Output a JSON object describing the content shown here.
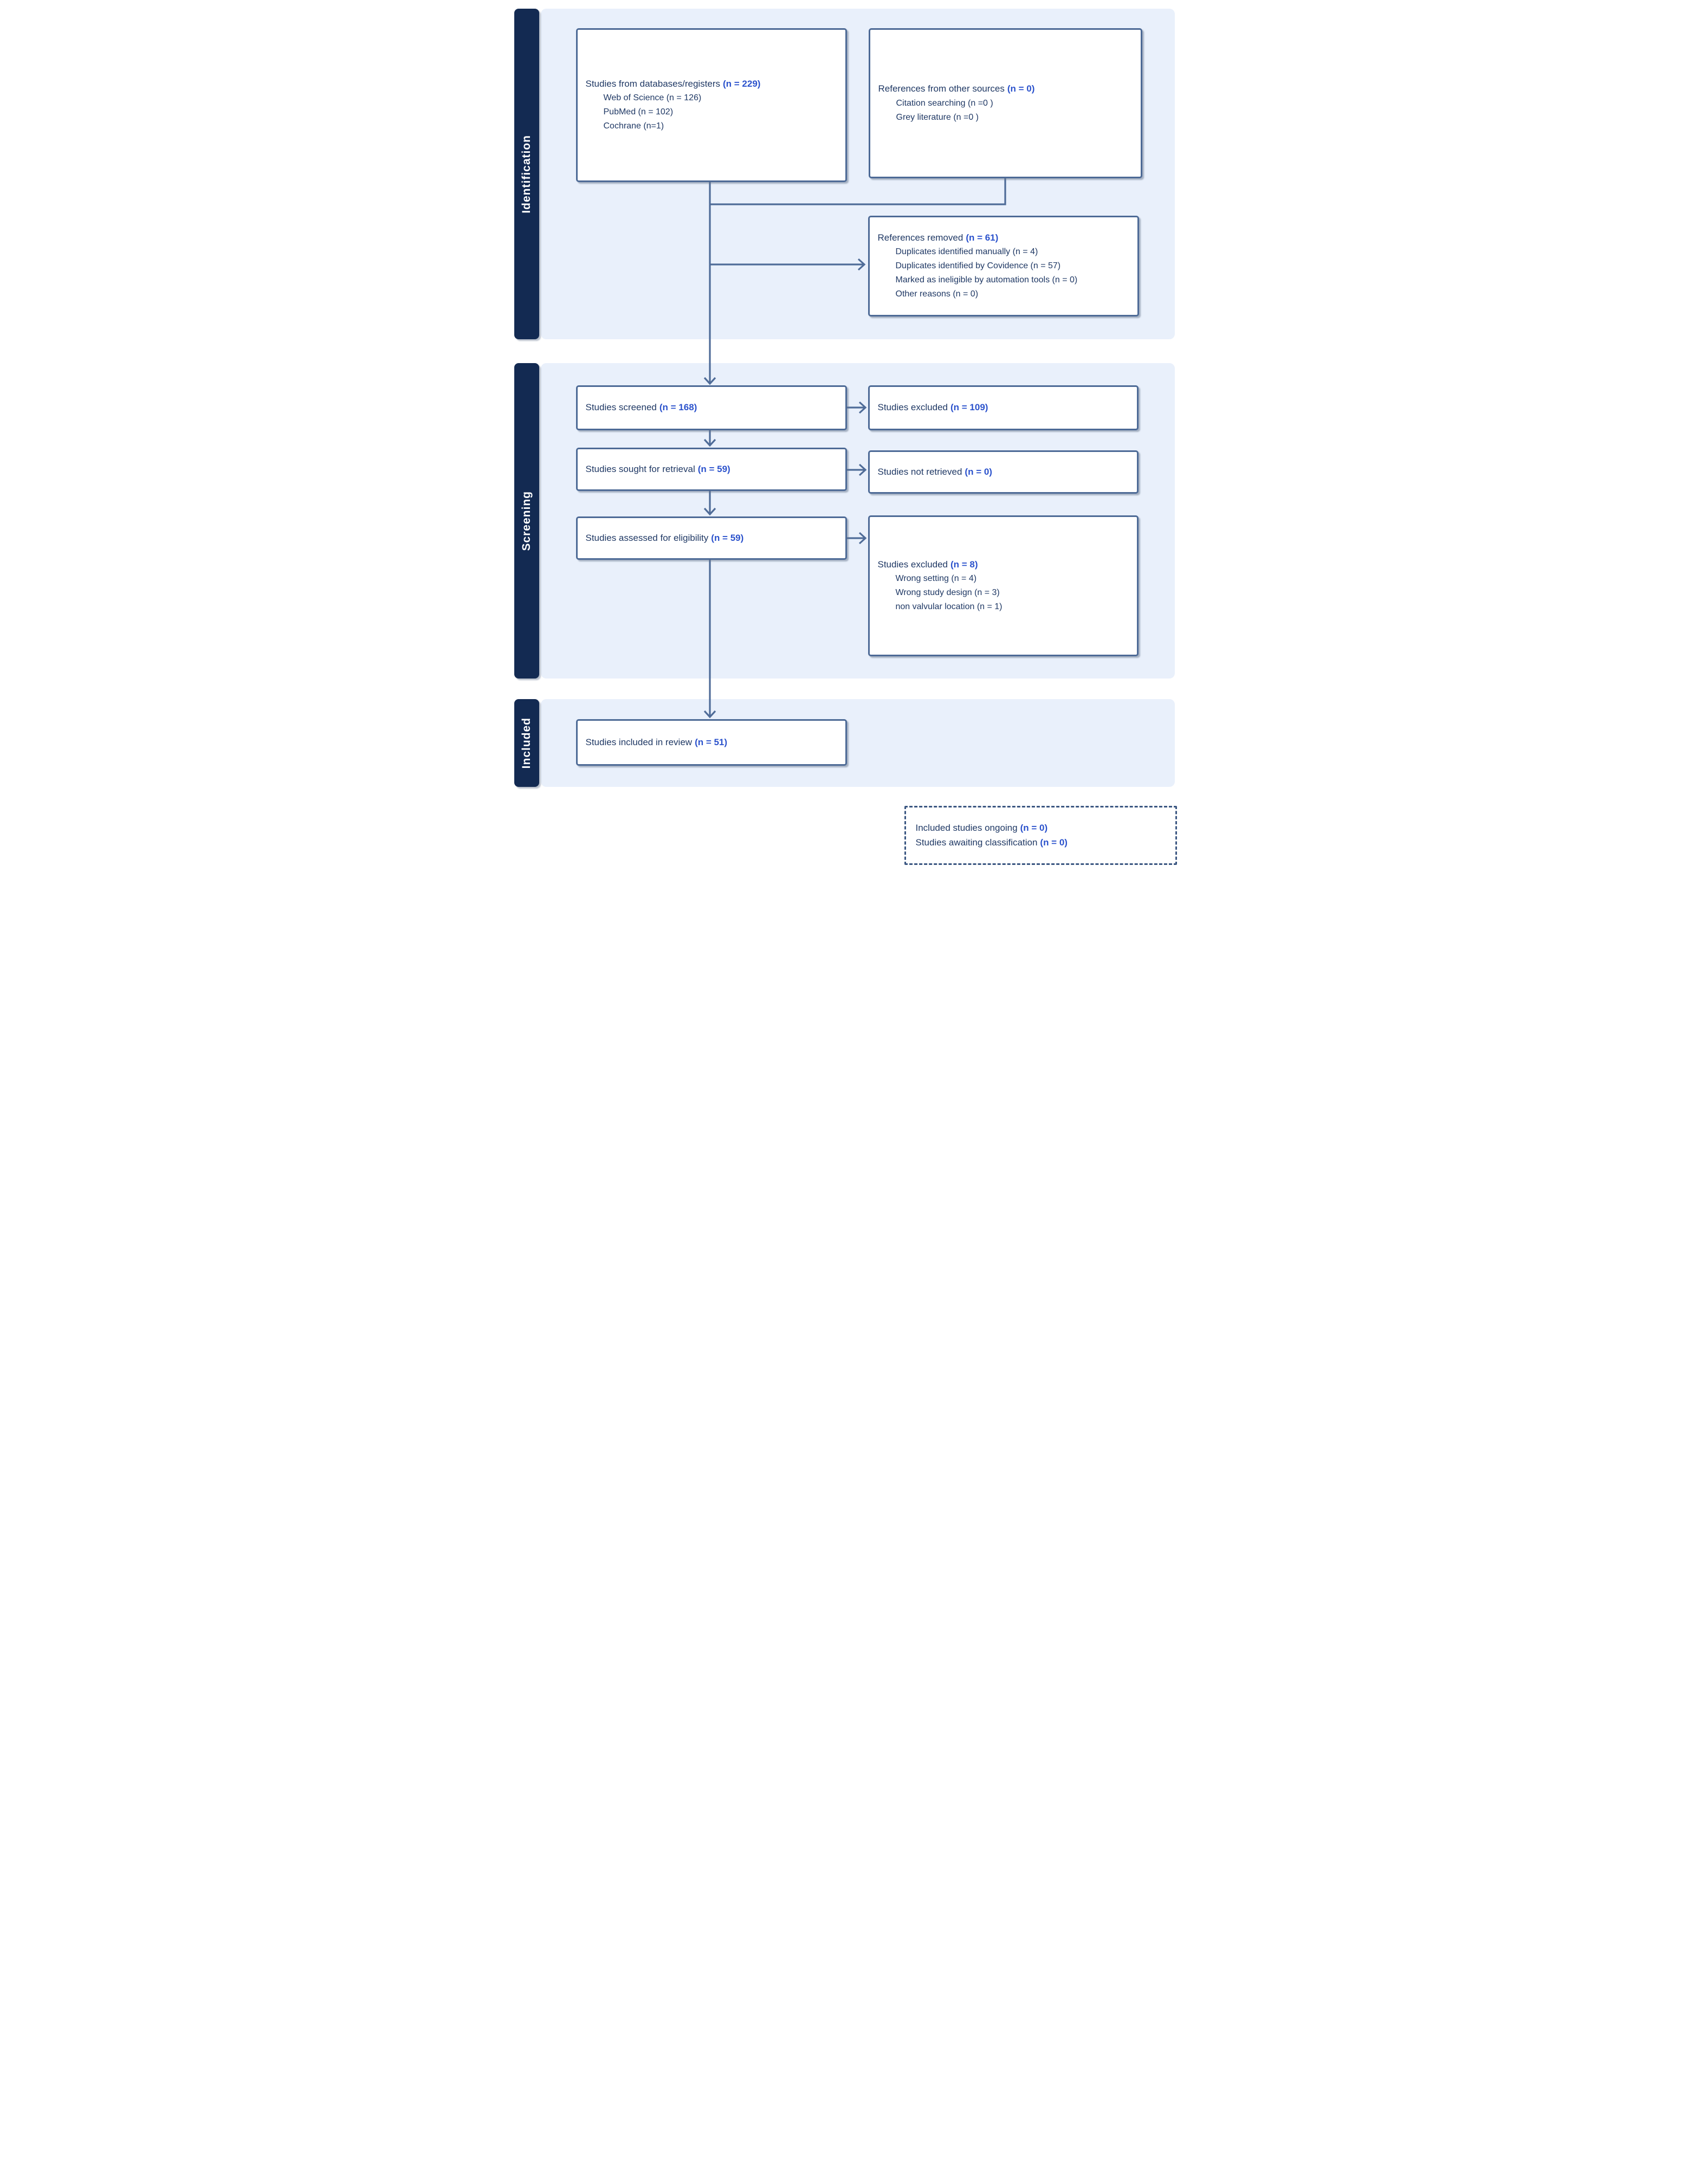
{
  "diagram_type": "PRISMA flow diagram",
  "colors": {
    "rail_bg": "#132a52",
    "rail_text": "#ffffff",
    "band_bg": "#e9f0fb",
    "box_bg": "#ffffff",
    "box_border": "#4d6a96",
    "dashed_border": "#3a5681",
    "title_text": "#1f3864",
    "count_text": "#2b52cc",
    "connector": "#4f6c98"
  },
  "sidebar": {
    "sections": [
      {
        "label": "Identification"
      },
      {
        "label": "Screening"
      },
      {
        "label": "Included"
      }
    ]
  },
  "boxes": {
    "databases": {
      "title": "Studies from databases/registers",
      "count": "(n = 229)",
      "items": [
        "Web of Science (n = 126)",
        "PubMed (n = 102)",
        "Cochrane (n=1)"
      ]
    },
    "other_sources": {
      "title": "References from other sources",
      "count": "(n = 0)",
      "items": [
        "Citation searching (n =0 )",
        "Grey literature (n =0 )"
      ]
    },
    "references_removed": {
      "title": "References removed",
      "count": "(n = 61)",
      "items": [
        "Duplicates identified manually (n = 4)",
        "Duplicates identified by Covidence (n = 57)",
        "Marked as ineligible by automation tools (n = 0)",
        "Other reasons (n = 0)"
      ]
    },
    "screened": {
      "title": "Studies screened",
      "count": "(n = 168)"
    },
    "excluded_screening": {
      "title": "Studies excluded",
      "count": "(n = 109)"
    },
    "sought": {
      "title": "Studies sought for retrieval",
      "count": "(n = 59)"
    },
    "not_retrieved": {
      "title": "Studies not retrieved",
      "count": "(n = 0)"
    },
    "assessed": {
      "title": "Studies assessed for eligibility",
      "count": "(n = 59)"
    },
    "excluded_eligibility": {
      "title": "Studies excluded",
      "count": "(n = 8)",
      "items": [
        "Wrong setting (n = 4)",
        "Wrong study design (n = 3)",
        "non valvular location (n = 1)"
      ]
    },
    "included_review": {
      "title": "Studies included in review",
      "count": "(n = 51)"
    },
    "ongoing": {
      "lines": [
        {
          "text": "Included studies ongoing",
          "count": "(n = 0)"
        },
        {
          "text": "Studies awaiting classification",
          "count": "(n = 0)"
        }
      ]
    }
  }
}
